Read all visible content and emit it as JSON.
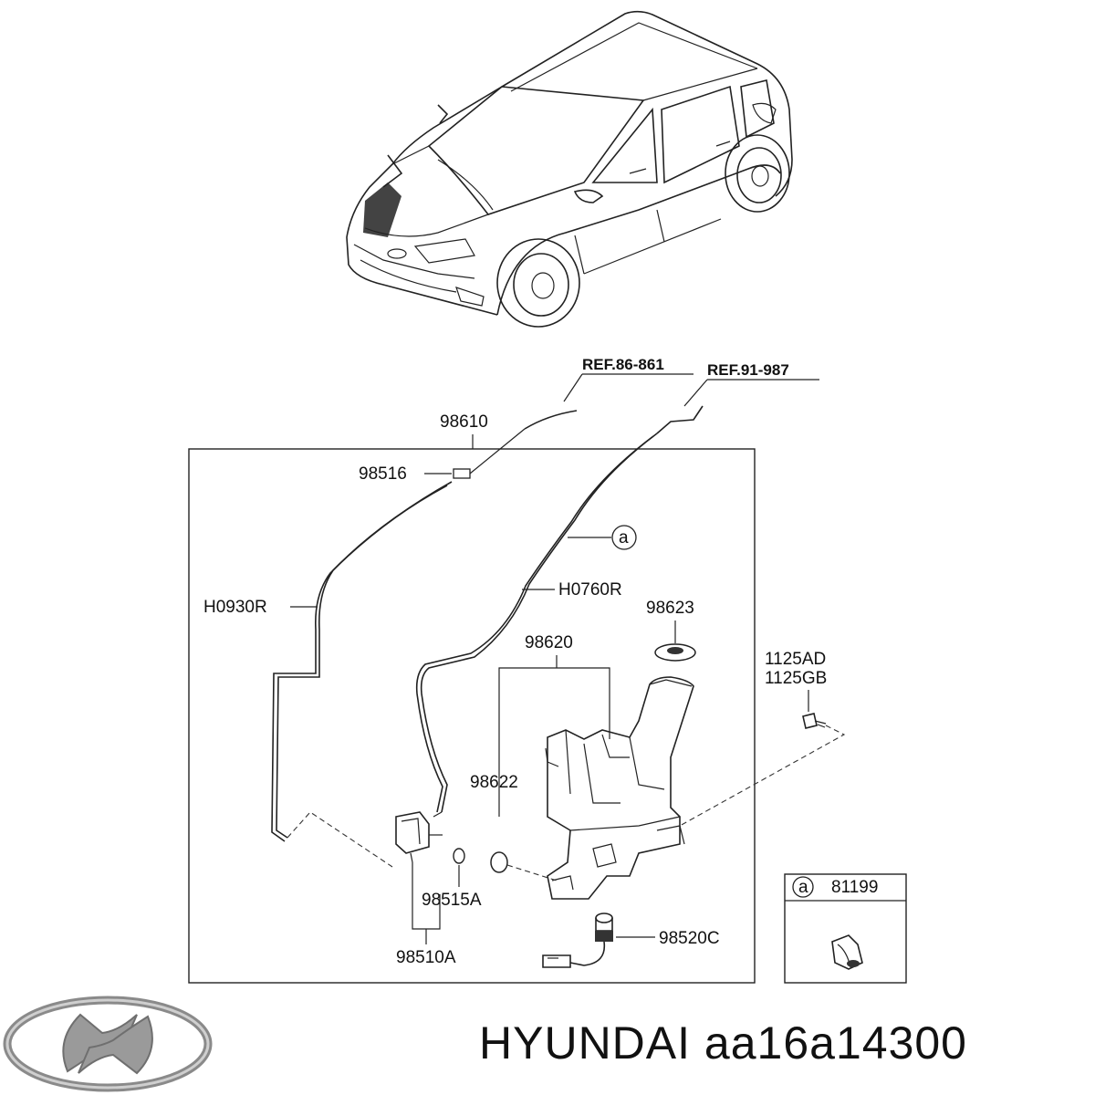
{
  "references": [
    "REF.86-861",
    "REF.91-987"
  ],
  "parts": {
    "hose_a": "98610",
    "connector": "98516",
    "hose_left": "H0930R",
    "hose_right": "H0760R",
    "cap": "98623",
    "reservoir": "98620",
    "bolt_1": "1125AD",
    "bolt_2": "1125GB",
    "grommet": "98622",
    "pump_seal": "98515A",
    "pump": "98510A",
    "level_sensor": "98520C"
  },
  "callout": {
    "marker": "a",
    "part": "81199"
  },
  "brand": {
    "label": "HYUNDAI aa16a14300"
  }
}
